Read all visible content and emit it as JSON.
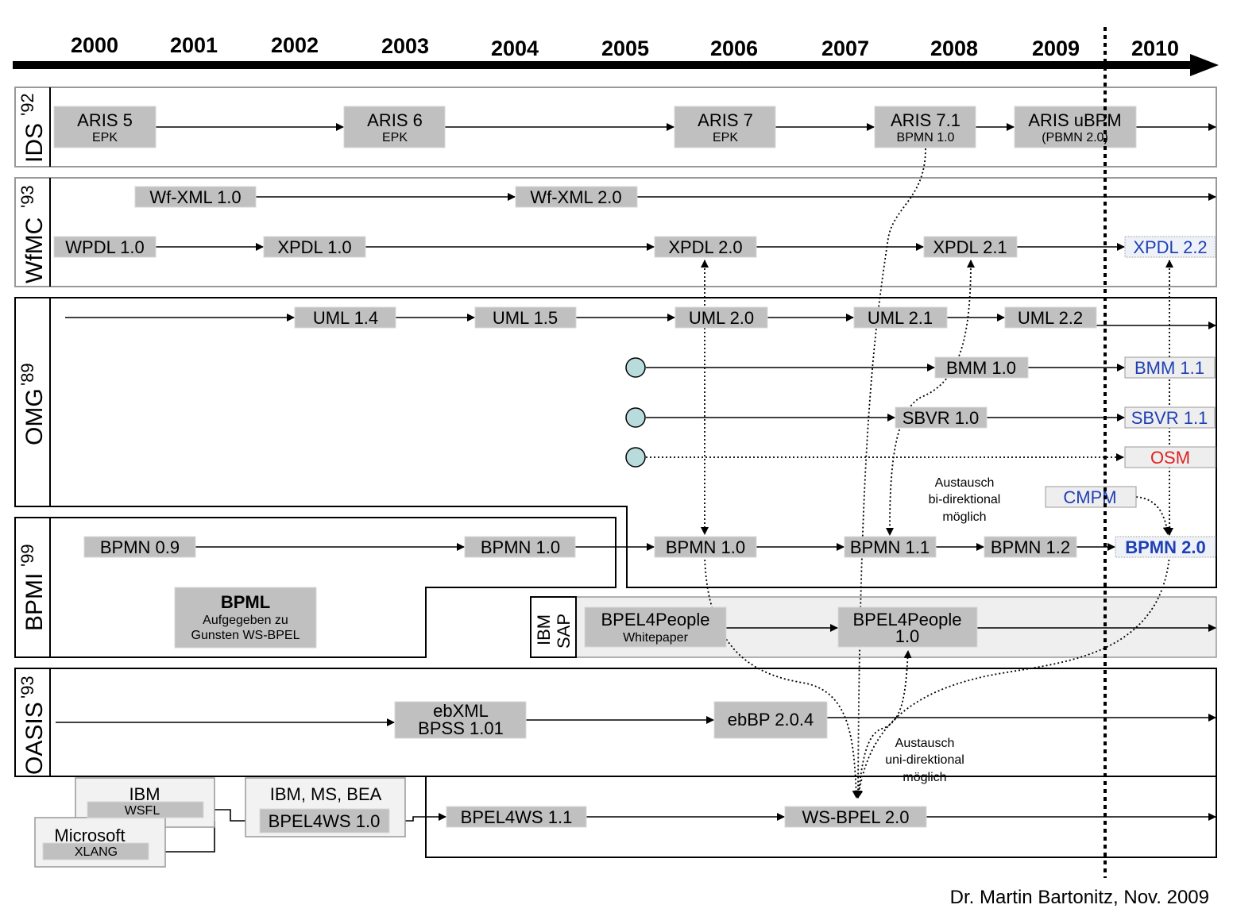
{
  "years": [
    "2000",
    "2001",
    "2002",
    "2003",
    "2004",
    "2005",
    "2006",
    "2007",
    "2008",
    "2009",
    "2010"
  ],
  "lanes": {
    "ids": {
      "name": "IDS",
      "sup": "'92"
    },
    "wfmc": {
      "name": "WfMC",
      "sup": "'93"
    },
    "omg": {
      "name": "OMG",
      "sup": "'89"
    },
    "bpmi": {
      "name": "BPMI",
      "sup": "'99"
    },
    "oasis": {
      "name": "OASIS",
      "sup": "'93"
    },
    "ibmsap": {
      "l1": "IBM",
      "l2": "SAP"
    }
  },
  "ids": {
    "aris5": {
      "l1": "ARIS 5",
      "l2": "EPK"
    },
    "aris6": {
      "l1": "ARIS 6",
      "l2": "EPK"
    },
    "aris7": {
      "l1": "ARIS 7",
      "l2": "EPK"
    },
    "aris71": {
      "l1": "ARIS 7.1",
      "l2": "BPMN 1.0"
    },
    "arisubpm": {
      "l1": "ARIS uBPM",
      "l2": "(PBMN 2.0)"
    }
  },
  "wfmc": {
    "wfxml10": "Wf-XML 1.0",
    "wfxml20": "Wf-XML 2.0",
    "wpdl10": "WPDL 1.0",
    "xpdl10": "XPDL 1.0",
    "xpdl20": "XPDL 2.0",
    "xpdl21": "XPDL 2.1",
    "xpdl22": "XPDL 2.2"
  },
  "omg": {
    "uml14": "UML 1.4",
    "uml15": "UML 1.5",
    "uml20": "UML 2.0",
    "uml21": "UML 2.1",
    "uml22": "UML 2.2",
    "bmm10": "BMM 1.0",
    "bmm11": "BMM 1.1",
    "sbvr10": "SBVR 1.0",
    "sbvr11": "SBVR 1.1",
    "osm": "OSM",
    "cmpm": "CMPM"
  },
  "bpmi": {
    "bpmn09": "BPMN 0.9",
    "bpmn10a": "BPMN 1.0",
    "bpmn10b": "BPMN 1.0",
    "bpmn11": "BPMN 1.1",
    "bpmn12": "BPMN 1.2",
    "bpmn20": "BPMN 2.0",
    "bpml": {
      "l1": "BPML",
      "l2": "Aufgegeben zu",
      "l3": "Gunsten WS-BPEL"
    }
  },
  "sap": {
    "b4p_wp": {
      "l1": "BPEL4People",
      "l2": "Whitepaper"
    },
    "b4p_10": {
      "l1": "BPEL4People",
      "l2": "1.0"
    }
  },
  "oasis": {
    "ebxml": {
      "l1": "ebXML",
      "l2": "BPSS 1.01"
    },
    "ebbp": "ebBP 2.0.4",
    "bpel4ws11": "BPEL4WS 1.1",
    "wsbpel20": "WS-BPEL 2.0"
  },
  "vendors": {
    "ibm": {
      "l1": "IBM",
      "l2": "WSFL"
    },
    "microsoft": {
      "l1": "Microsoft",
      "l2": "XLANG"
    },
    "ibmmsbea": {
      "l1": "IBM, MS, BEA",
      "l2": "BPEL4WS 1.0"
    }
  },
  "notes": {
    "bidi": {
      "l1": "Austausch",
      "l2": "bi-direktional",
      "l3": "möglich"
    },
    "unidi": {
      "l1": "Austausch",
      "l2": "uni-direktional",
      "l3": "möglich"
    }
  },
  "credit": "Dr. Martin Bartonitz, Nov. 2009",
  "colors": {
    "box": "#c0c0c0",
    "highlight": "#1f3fb5",
    "osm": "#e02020",
    "circle": "#b8dcdc",
    "sapband": "#efefef"
  }
}
